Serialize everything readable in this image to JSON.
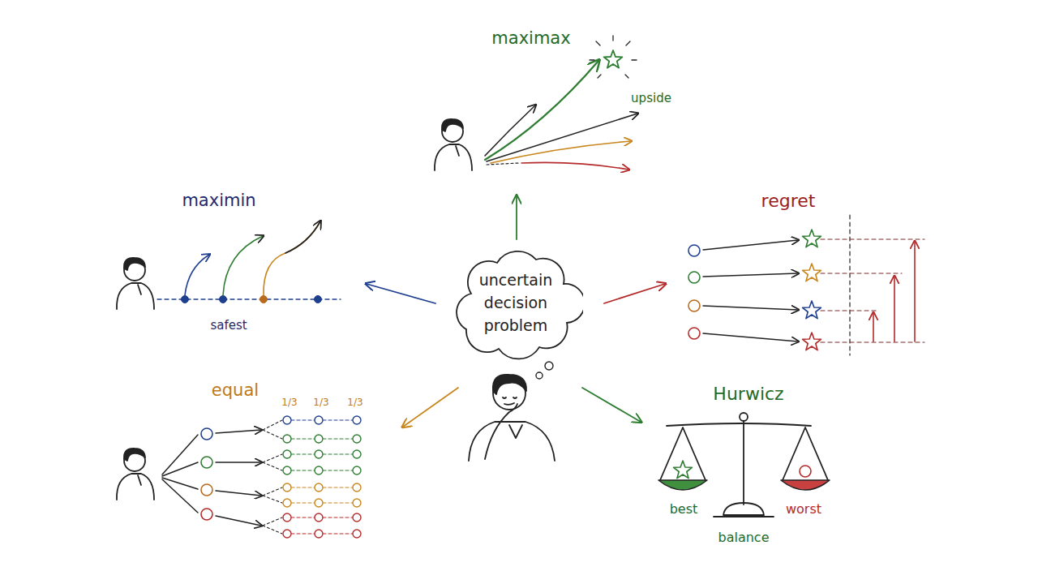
{
  "diagram": {
    "nodes": [
      {
        "text": [
          "uncertain decision problem"
        ]
      }
    ],
    "labels": [
      "maximax",
      "upside",
      "maximin",
      "safest",
      "regret",
      "equal",
      "1/3",
      "1/3",
      "1/3",
      "Hurwicz",
      "best",
      "balance",
      "worst"
    ]
  }
}
